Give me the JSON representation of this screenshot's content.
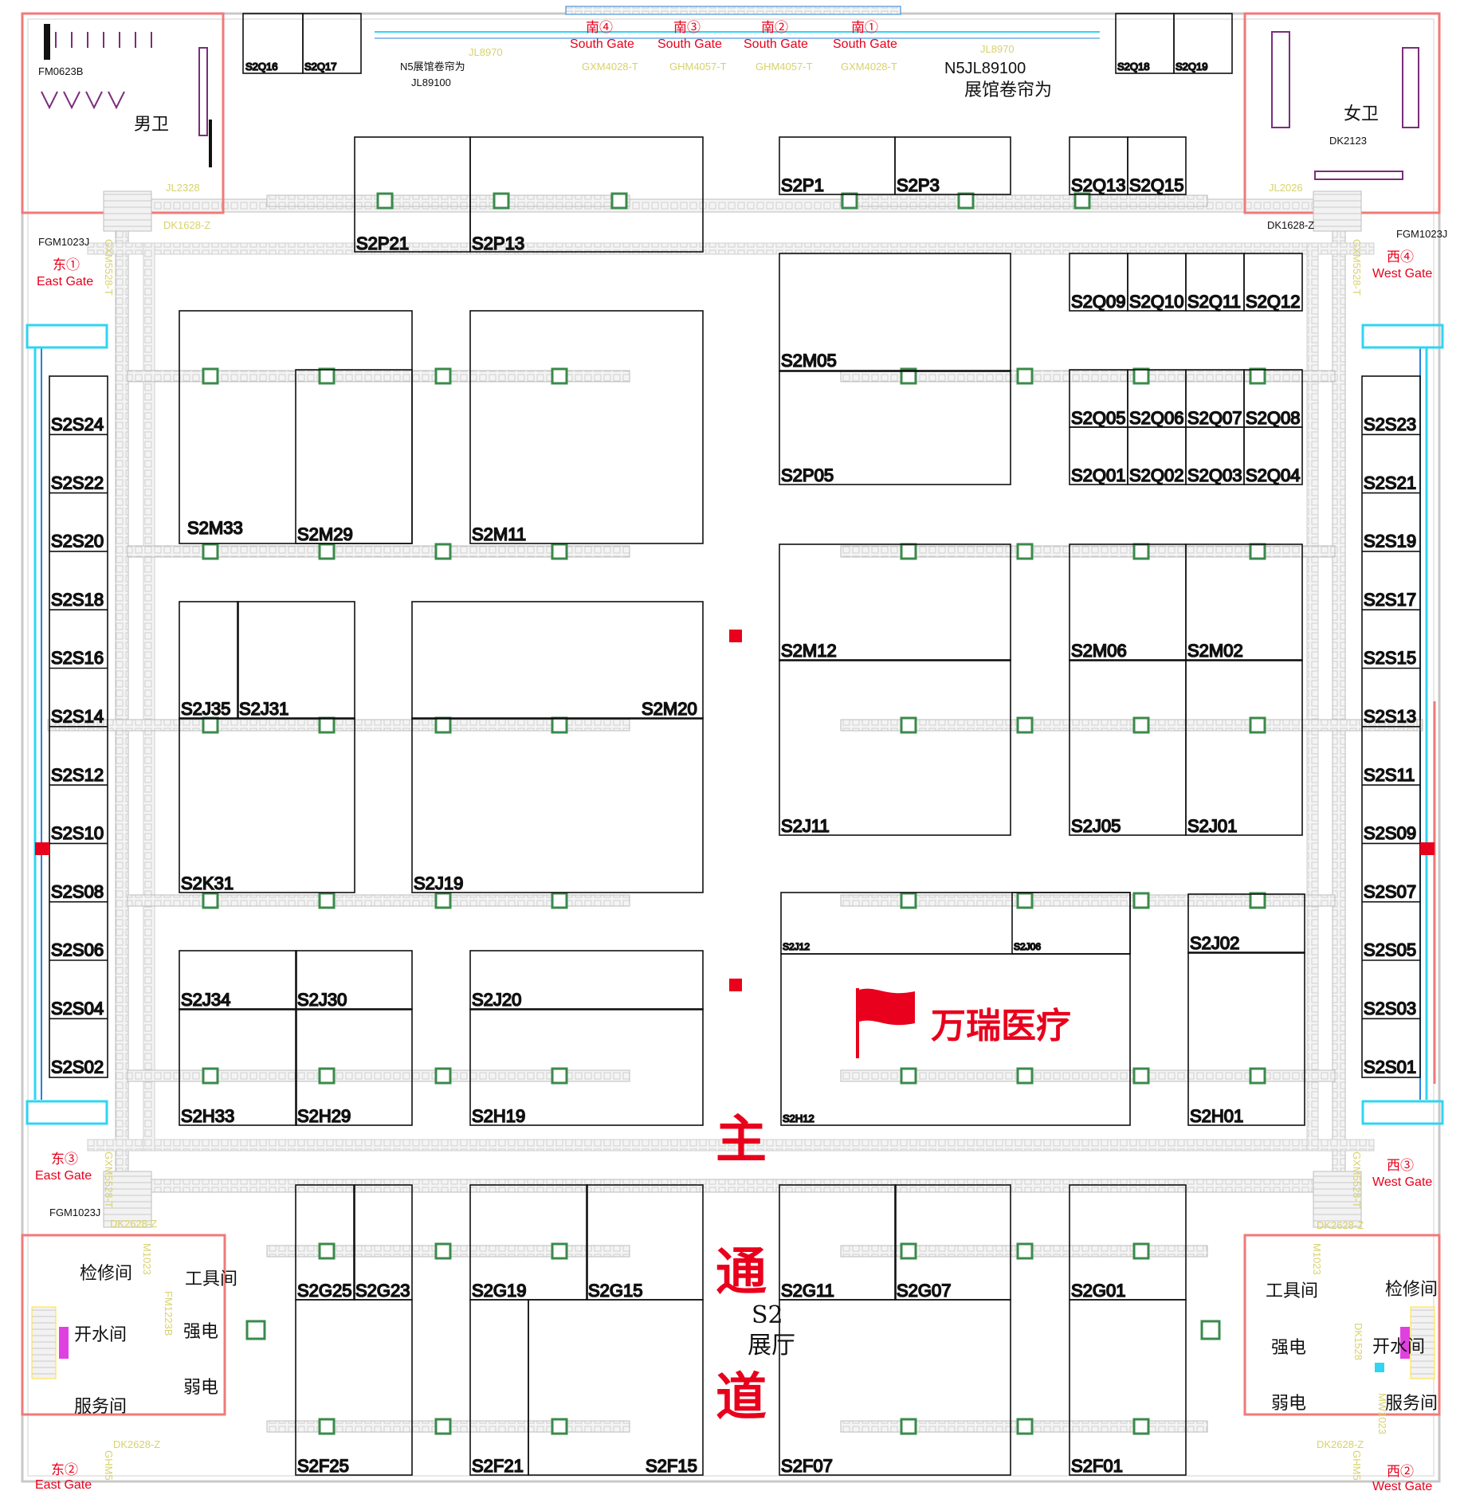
{
  "hall": {
    "code": "S2",
    "name": "展厅"
  },
  "main_aisle": {
    "chars": [
      "主",
      "通",
      "道"
    ]
  },
  "exhibitor": {
    "name": "万瑞医疗",
    "color": "#e8001c"
  },
  "gates": {
    "south": [
      {
        "cn": "南④",
        "en": "South Gate",
        "code": "GXM4028-T"
      },
      {
        "cn": "南③",
        "en": "South Gate",
        "code": "GHM4057-T"
      },
      {
        "cn": "南②",
        "en": "South Gate",
        "code": "GHM4057-T"
      },
      {
        "cn": "南①",
        "en": "South Gate",
        "code": "GXM4028-T"
      }
    ],
    "east": [
      {
        "cn": "东①",
        "en": "East Gate"
      },
      {
        "cn": "东③",
        "en": "East Gate"
      },
      {
        "cn": "东②",
        "en": "East Gate"
      }
    ],
    "west": [
      {
        "cn": "西④",
        "en": "West Gate"
      },
      {
        "cn": "西③",
        "en": "West Gate"
      },
      {
        "cn": "西②",
        "en": "West Gate"
      }
    ]
  },
  "rooms": {
    "mens": "男卫",
    "womens": "女卫",
    "inspection": "检修间",
    "tools": "工具间",
    "water": "开水间",
    "service": "服务间",
    "strong": "强电",
    "weak": "弱电"
  },
  "codes": {
    "shutter_left_a": "N5展馆卷帘为",
    "shutter_left_b": "JL89100",
    "shutter_right_a": "N5JL89100",
    "shutter_right_b": "展馆卷帘为",
    "jl8970": "JL8970",
    "fm0623b": "FM0623B",
    "dk2123": "DK2123",
    "jl2328": "JL2328",
    "jl2026": "JL2026",
    "dk1628": "DK1628-Z",
    "fgm1023j": "FGM1023J",
    "fgm1023j_b": "FGM1023J",
    "gxm5528": "GXM5528-T",
    "dk2628": "DK2628-Z",
    "m1023": "M1023",
    "fm1223b": "FM1223B",
    "dk1528": "DK1528",
    "mw1023": "MW1023",
    "ghm": "GHM5"
  },
  "booths": [
    {
      "id": "S2Q16",
      "size": "sm"
    },
    {
      "id": "S2Q17",
      "size": "sm"
    },
    {
      "id": "S2Q18",
      "size": "sm"
    },
    {
      "id": "S2Q19",
      "size": "sm"
    },
    {
      "id": "S2P21"
    },
    {
      "id": "S2P13"
    },
    {
      "id": "S2P1"
    },
    {
      "id": "S2P3"
    },
    {
      "id": "S2Q13"
    },
    {
      "id": "S2Q15"
    },
    {
      "id": "S2Q09"
    },
    {
      "id": "S2Q10"
    },
    {
      "id": "S2Q11"
    },
    {
      "id": "S2Q12"
    },
    {
      "id": "S2M05"
    },
    {
      "id": "S2P05"
    },
    {
      "id": "S2Q05"
    },
    {
      "id": "S2Q06"
    },
    {
      "id": "S2Q07"
    },
    {
      "id": "S2Q08"
    },
    {
      "id": "S2Q01"
    },
    {
      "id": "S2Q02"
    },
    {
      "id": "S2Q03"
    },
    {
      "id": "S2Q04"
    },
    {
      "id": "S2M33"
    },
    {
      "id": "S2M29"
    },
    {
      "id": "S2M11"
    },
    {
      "id": "S2M12"
    },
    {
      "id": "S2M06"
    },
    {
      "id": "S2M02"
    },
    {
      "id": "S2J35"
    },
    {
      "id": "S2J31"
    },
    {
      "id": "S2M20"
    },
    {
      "id": "S2J11"
    },
    {
      "id": "S2J05"
    },
    {
      "id": "S2J01"
    },
    {
      "id": "S2K31"
    },
    {
      "id": "S2J19"
    },
    {
      "id": "S2J12",
      "size": "xs"
    },
    {
      "id": "S2J06",
      "size": "xs"
    },
    {
      "id": "S2J02"
    },
    {
      "id": "S2J34"
    },
    {
      "id": "S2J30"
    },
    {
      "id": "S2J20"
    },
    {
      "id": "S2H33"
    },
    {
      "id": "S2H29"
    },
    {
      "id": "S2H19"
    },
    {
      "id": "S2H12",
      "size": "sm"
    },
    {
      "id": "S2H01"
    },
    {
      "id": "S2G25"
    },
    {
      "id": "S2G23"
    },
    {
      "id": "S2G19"
    },
    {
      "id": "S2G15"
    },
    {
      "id": "S2G11"
    },
    {
      "id": "S2G07"
    },
    {
      "id": "S2G01"
    },
    {
      "id": "S2F25"
    },
    {
      "id": "S2F21"
    },
    {
      "id": "S2F15"
    },
    {
      "id": "S2F07"
    },
    {
      "id": "S2F01"
    },
    {
      "id": "S2S24"
    },
    {
      "id": "S2S22"
    },
    {
      "id": "S2S20"
    },
    {
      "id": "S2S18"
    },
    {
      "id": "S2S16"
    },
    {
      "id": "S2S14"
    },
    {
      "id": "S2S12"
    },
    {
      "id": "S2S10"
    },
    {
      "id": "S2S08"
    },
    {
      "id": "S2S06"
    },
    {
      "id": "S2S04"
    },
    {
      "id": "S2S02"
    },
    {
      "id": "S2S23"
    },
    {
      "id": "S2S21"
    },
    {
      "id": "S2S19"
    },
    {
      "id": "S2S17"
    },
    {
      "id": "S2S15"
    },
    {
      "id": "S2S13"
    },
    {
      "id": "S2S11"
    },
    {
      "id": "S2S09"
    },
    {
      "id": "S2S07"
    },
    {
      "id": "S2S05"
    },
    {
      "id": "S2S03"
    },
    {
      "id": "S2S01"
    }
  ]
}
